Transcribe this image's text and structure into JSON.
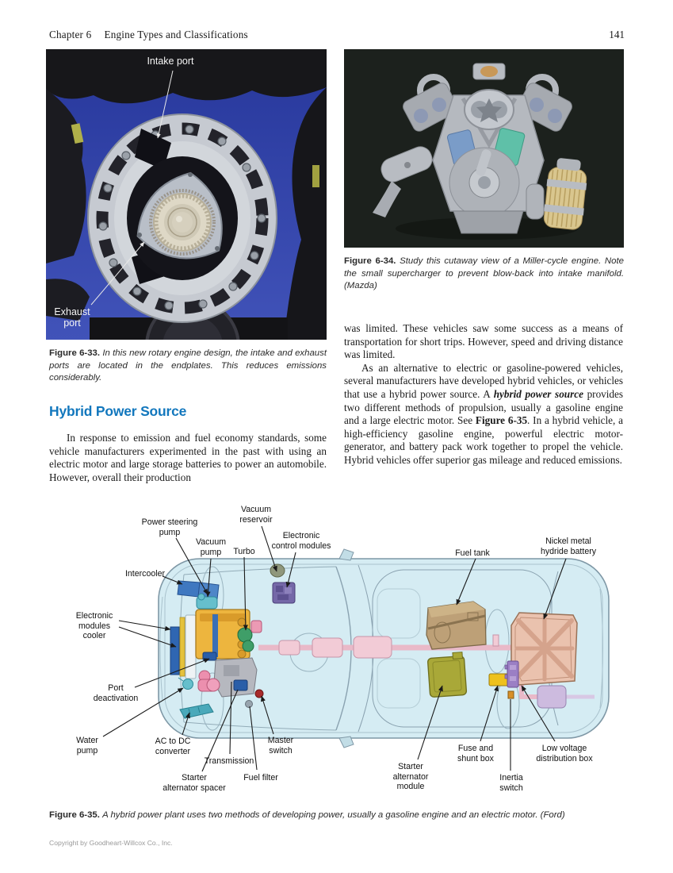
{
  "header": {
    "chapter": "Chapter 6",
    "title": "Engine Types and Classifications",
    "page_number": "141"
  },
  "figures": {
    "fig33": {
      "label": "Figure 6-33.",
      "caption": "In this new rotary engine design, the intake and exhaust ports are located in the endplates. This reduces emissions considerably.",
      "photo_labels": {
        "intake": "Intake port",
        "exhaust": "Exhaust\nport"
      }
    },
    "fig34": {
      "label": "Figure 6-34.",
      "caption": "Study this cutaway view of a Miller-cycle engine. Note the small supercharger to prevent blow-back into intake manifold. (Mazda)"
    },
    "fig35": {
      "label": "Figure 6-35.",
      "caption": "A hybrid power plant uses two methods of developing power, usually a gasoline engine and an electric motor. (Ford)"
    }
  },
  "sections": {
    "hybrid_heading": "Hybrid Power Source",
    "left_para": "In response to emission and fuel economy standards, some vehicle manufacturers experimented in the past with using an electric motor and large storage batteries to power an automobile. However, overall their production",
    "right_para1": "was limited. These vehicles saw some success as a means of transportation for short trips. However, speed and driving distance was limited.",
    "right_para2_seg1": "As an alternative to electric or gasoline-powered vehicles, several manufacturers have developed hybrid vehicles, or vehicles that use a hybrid power source. A ",
    "right_para2_term": "hybrid power source",
    "right_para2_seg2": " provides two different methods of propulsion, usually a gasoline engine and a large electric motor. See ",
    "right_para2_figref": "Figure 6-35",
    "right_para2_seg3": ". In a hybrid vehicle, a high-efficiency gasoline engine, powerful electric motor-generator, and battery pack work together to propel the vehicle. Hybrid vehicles offer superior gas mileage and reduced emissions."
  },
  "diagram": {
    "labels": [
      {
        "id": "power-steering-pump",
        "text": "Power steering\npump"
      },
      {
        "id": "vacuum-reservoir",
        "text": "Vacuum\nreservoir"
      },
      {
        "id": "vacuum-pump",
        "text": "Vacuum\npump"
      },
      {
        "id": "turbo",
        "text": "Turbo"
      },
      {
        "id": "electronic-control-modules",
        "text": "Electronic\ncontrol modules"
      },
      {
        "id": "intercooler",
        "text": "Intercooler"
      },
      {
        "id": "fuel-tank",
        "text": "Fuel tank"
      },
      {
        "id": "nickel-metal-hydride-battery",
        "text": "Nickel metal\nhydride battery"
      },
      {
        "id": "electronic-modules-cooler",
        "text": "Electronic\nmodules\ncooler"
      },
      {
        "id": "port-deactivation",
        "text": "Port\ndeactivation"
      },
      {
        "id": "water-pump",
        "text": "Water\npump"
      },
      {
        "id": "ac-to-dc-converter",
        "text": "AC to DC\nconverter"
      },
      {
        "id": "transmission",
        "text": "Transmission"
      },
      {
        "id": "master-switch",
        "text": "Master\nswitch"
      },
      {
        "id": "starter-alternator-spacer",
        "text": "Starter\nalternator spacer"
      },
      {
        "id": "fuel-filter",
        "text": "Fuel filter"
      },
      {
        "id": "starter-alternator-module",
        "text": "Starter\nalternator\nmodule"
      },
      {
        "id": "fuse-and-shunt-box",
        "text": "Fuse and\nshunt box"
      },
      {
        "id": "inertia-switch",
        "text": "Inertia\nswitch"
      },
      {
        "id": "low-voltage-distribution-box",
        "text": "Low voltage\ndistribution box"
      }
    ]
  },
  "copyright": "Copyright by Goodheart-Willcox Co., Inc.",
  "colors": {
    "heading_blue": "#1277bd",
    "photo_rotary_bg": "#2c3da4",
    "photo_miller_bg": "#1c211d",
    "car_body": "#d5ecf3",
    "engine_yellow": "#edb53e",
    "cooler_blue": "#2f66b2",
    "teal_pump": "#66bfcc",
    "turbo_green": "#3f9e68",
    "ecm_purple": "#7568a8",
    "port_pink": "#ec8fae",
    "transmission_gray": "#b6b8bf",
    "exhaust_pink": "#f2cbd6",
    "fuel_tank_tan": "#bda077",
    "battery_salmon": "#eac2ae",
    "module_olive": "#a9a838",
    "fuse_yellow": "#eec11d",
    "lvdb_purple": "#9b7fc4",
    "master_switch_red": "#a82a2a"
  }
}
